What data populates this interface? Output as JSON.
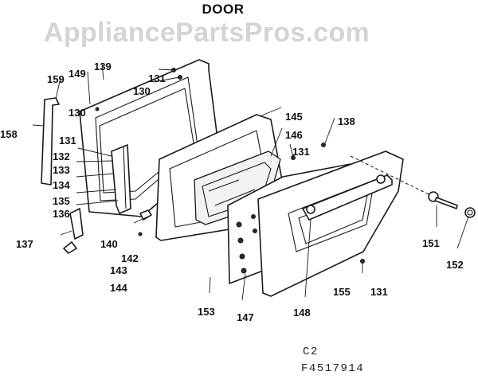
{
  "title": "DOOR",
  "watermark": "AppliancePartsPros.com",
  "footer": {
    "line1": "C2",
    "line2": "F4517914"
  },
  "callouts": [
    "159",
    "149",
    "139",
    "131",
    "130",
    "130",
    "131",
    "158",
    "132",
    "133",
    "134",
    "135",
    "136",
    "137",
    "140",
    "142",
    "143",
    "144",
    "145",
    "146",
    "131",
    "138",
    "153",
    "147",
    "148",
    "155",
    "131",
    "151",
    "152"
  ]
}
